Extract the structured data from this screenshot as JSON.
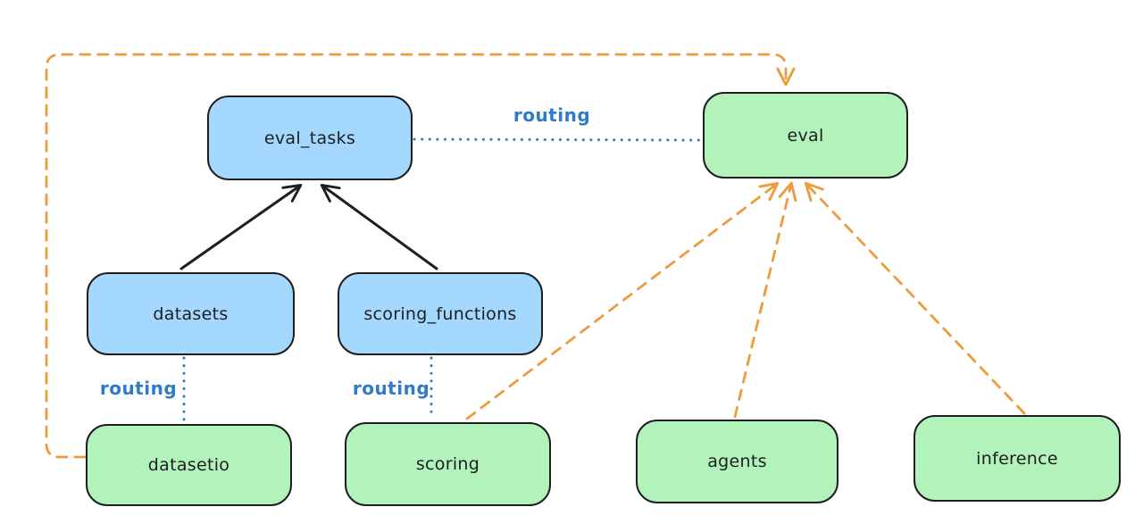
{
  "diagram": {
    "nodes": {
      "eval_tasks": {
        "label": "eval_tasks",
        "fill": "#a5d8ff"
      },
      "eval": {
        "label": "eval",
        "fill": "#b2f2bb"
      },
      "datasets": {
        "label": "datasets",
        "fill": "#a5d8ff"
      },
      "scoring_functions": {
        "label": "scoring_functions",
        "fill": "#a5d8ff"
      },
      "datasetio": {
        "label": "datasetio",
        "fill": "#b2f2bb"
      },
      "scoring": {
        "label": "scoring",
        "fill": "#b2f2bb"
      },
      "agents": {
        "label": "agents",
        "fill": "#b2f2bb"
      },
      "inference": {
        "label": "inference",
        "fill": "#b2f2bb"
      }
    },
    "edge_labels": {
      "eval_tasks_eval_routing": "routing",
      "datasets_datasetio_routing": "routing",
      "scoring_functions_scoring_routing": "routing"
    },
    "edges": [
      {
        "from": "datasets",
        "to": "eval_tasks",
        "style": "solid-arrow",
        "color": "#1e1e1e"
      },
      {
        "from": "scoring_functions",
        "to": "eval_tasks",
        "style": "solid-arrow",
        "color": "#1e1e1e"
      },
      {
        "from": "eval_tasks",
        "to": "eval",
        "style": "dotted",
        "color": "#2f7bc9",
        "label": "routing"
      },
      {
        "from": "datasets",
        "to": "datasetio",
        "style": "dotted",
        "color": "#2f7bc9",
        "label": "routing"
      },
      {
        "from": "scoring_functions",
        "to": "scoring",
        "style": "dotted",
        "color": "#2f7bc9",
        "label": "routing"
      },
      {
        "from": "datasetio",
        "to": "eval",
        "style": "dashed-arrow",
        "color": "#ec9b3d"
      },
      {
        "from": "scoring",
        "to": "eval",
        "style": "dashed-arrow",
        "color": "#ec9b3d"
      },
      {
        "from": "agents",
        "to": "eval",
        "style": "dashed-arrow",
        "color": "#ec9b3d"
      },
      {
        "from": "inference",
        "to": "eval",
        "style": "dashed-arrow",
        "color": "#ec9b3d"
      }
    ],
    "colors": {
      "background": "#ffffff",
      "node_border": "#1e1e1e",
      "blue_fill": "#a5d8ff",
      "green_fill": "#b2f2bb",
      "routing_blue": "#2f7bc9",
      "dependency_orange": "#ec9b3d",
      "arrow_black": "#1e1e1e"
    }
  }
}
